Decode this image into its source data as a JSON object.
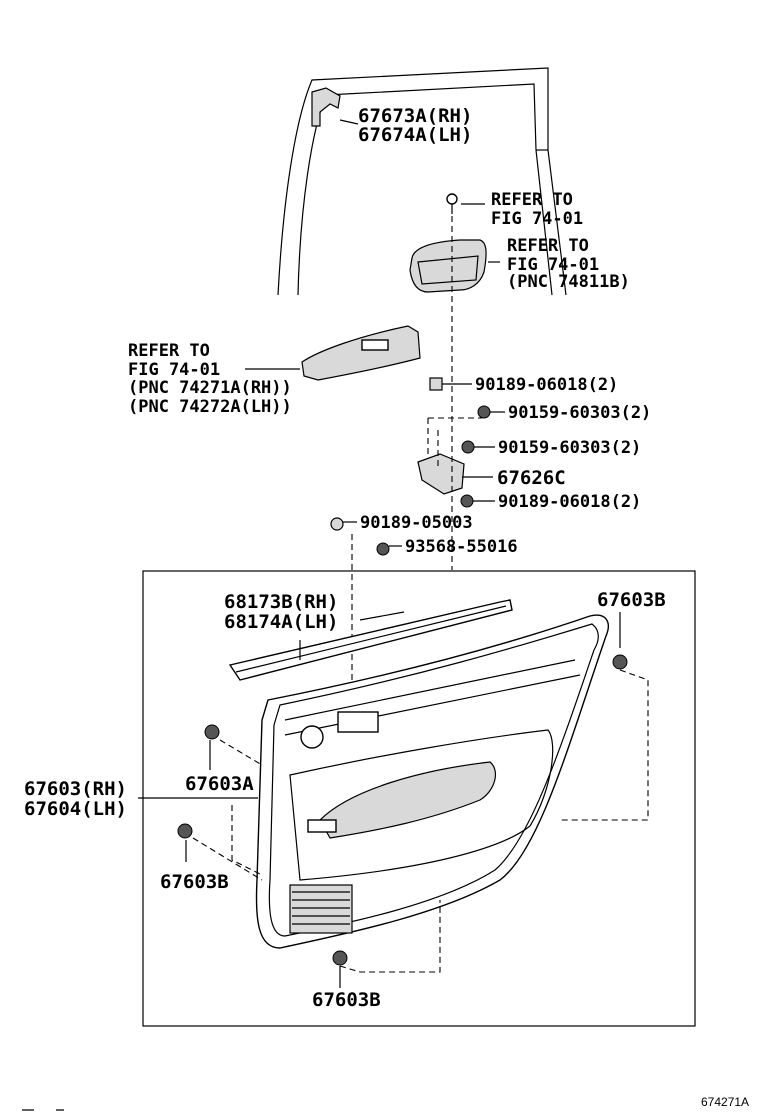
{
  "labels": {
    "p67673a": "67673A(RH)",
    "p67674a": "67674A(LH)",
    "refer1_a": "REFER TO",
    "refer1_b": "FIG 74-01",
    "refer2_a": "REFER TO",
    "refer2_b": "FIG 74-01",
    "refer2_c": "(PNC 74811B)",
    "refer3_a": "REFER TO",
    "refer3_b": "FIG 74-01",
    "refer3_c": "(PNC 74271A(RH))",
    "refer3_d": "(PNC 74272A(LH))",
    "p90189_06018_top": "90189-06018(2)",
    "p90159_60303_a": "90159-60303(2)",
    "p90159_60303_b": "90159-60303(2)",
    "p67626c": "67626C",
    "p90189_06018_bot": "90189-06018(2)",
    "p90189_05003": "90189-05003",
    "p93568_55016": "93568-55016",
    "p68173b": "68173B(RH)",
    "p68174a": "68174A(LH)",
    "p67603b_tr": "67603B",
    "p67603_rh": "67603(RH)",
    "p67604_lh": "67604(LH)",
    "p67603a": "67603A",
    "p67603b_l": "67603B",
    "p67603b_bot": "67603B"
  },
  "figure_code": "674271A"
}
